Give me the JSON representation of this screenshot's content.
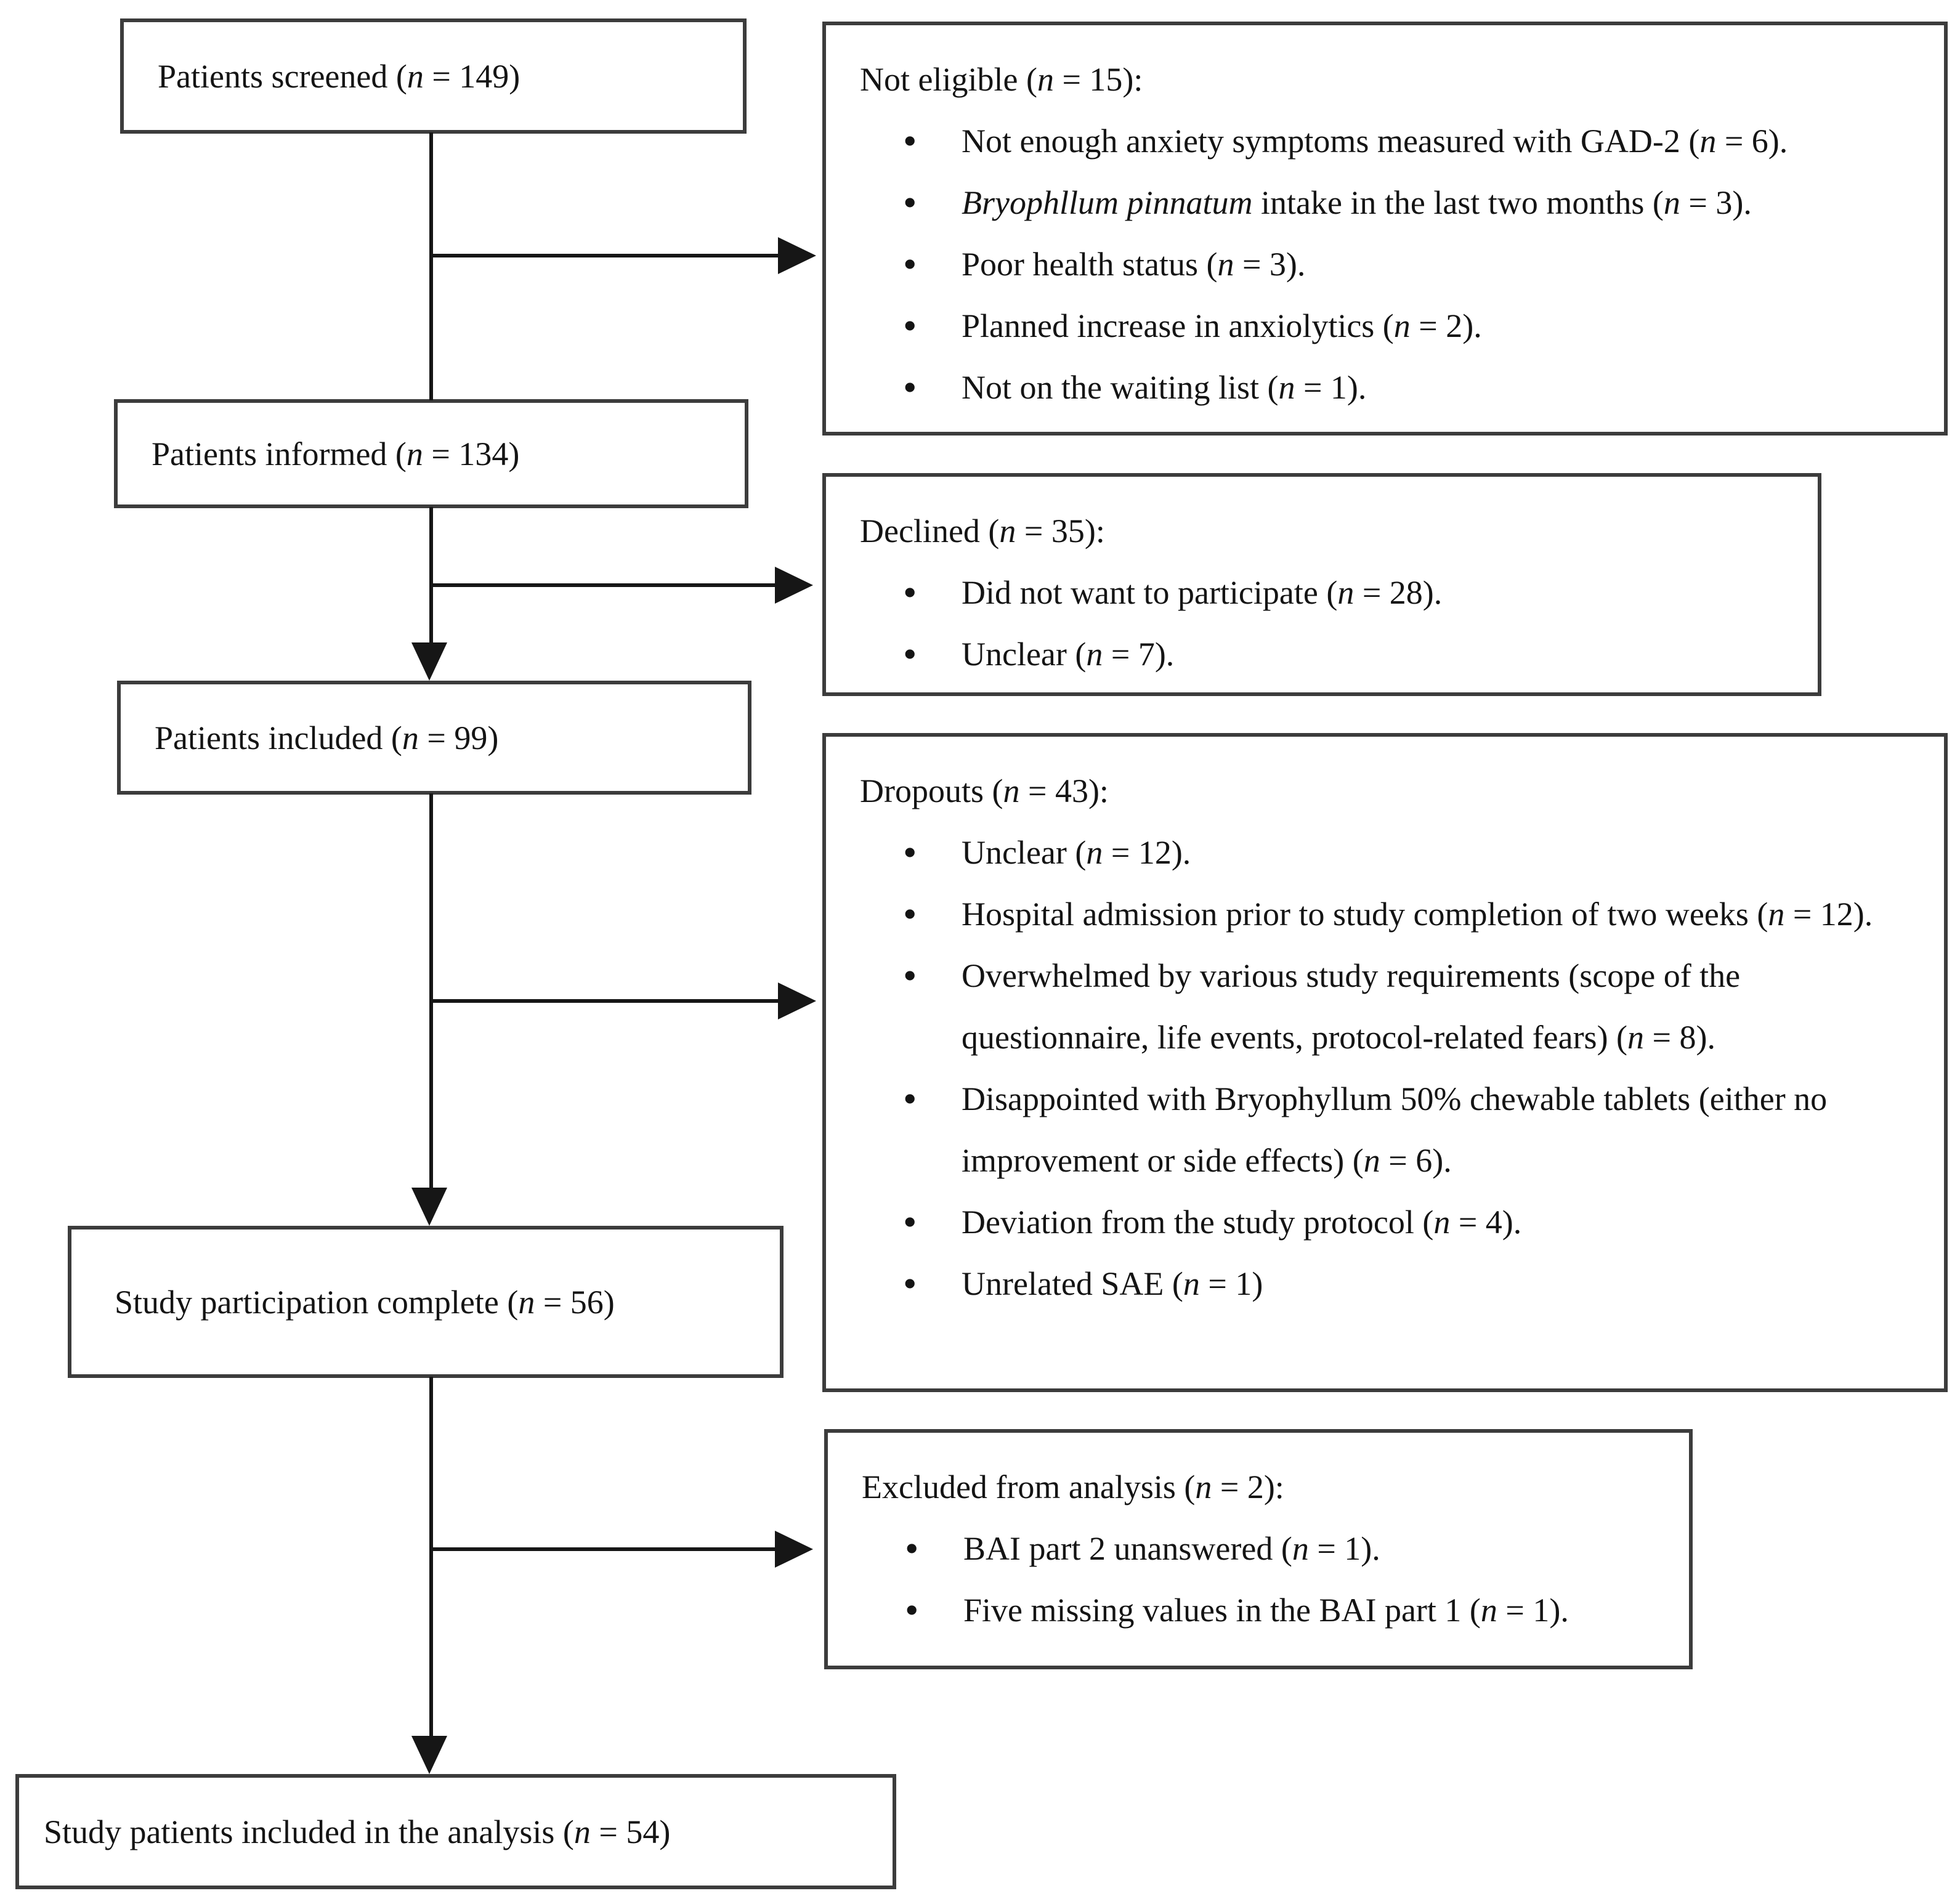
{
  "colors": {
    "background": "#ffffff",
    "box_border": "#3c3c3c",
    "text": "#141414",
    "line": "#161616"
  },
  "italic_phrases": [
    "Bryophllum pinnatum"
  ],
  "boxes": {
    "screened": {
      "label": "Patients screened (n = 149)"
    },
    "informed": {
      "label": "Patients informed (n = 134)"
    },
    "included": {
      "label": "Patients included (n = 99)"
    },
    "complete": {
      "label": "Study participation complete (n = 56)"
    },
    "analysis": {
      "label": "Study patients included in the analysis (n = 54)"
    }
  },
  "side": {
    "not_eligible": {
      "title": "Not eligible (n = 15):",
      "items": [
        "Not enough anxiety symptoms measured with GAD-2 (n = 6).",
        "Bryophllum pinnatum intake in the last two months (n = 3).",
        "Poor health status (n = 3).",
        "Planned increase in anxiolytics (n = 2).",
        "Not on the waiting list (n = 1)."
      ]
    },
    "declined": {
      "title": "Declined (n = 35):",
      "items": [
        "Did not want to participate (n = 28).",
        "Unclear (n = 7)."
      ]
    },
    "dropouts": {
      "title": "Dropouts (n = 43):",
      "items": [
        "Unclear (n = 12).",
        "Hospital admission prior to study completion of two weeks (n = 12).",
        "Overwhelmed by various study requirements (scope of the questionnaire, life events, protocol-related fears) (n = 8).",
        "Disappointed with Bryophyllum 50% chewable tablets (either no improvement or side effects) (n = 6).",
        "Deviation from the study protocol (n = 4).",
        "Unrelated SAE (n = 1)"
      ]
    },
    "excluded": {
      "title": "Excluded from analysis (n = 2):",
      "items": [
        "BAI part 2 unanswered (n = 1).",
        "Five missing values in the BAI part 1 (n = 1)."
      ]
    }
  }
}
